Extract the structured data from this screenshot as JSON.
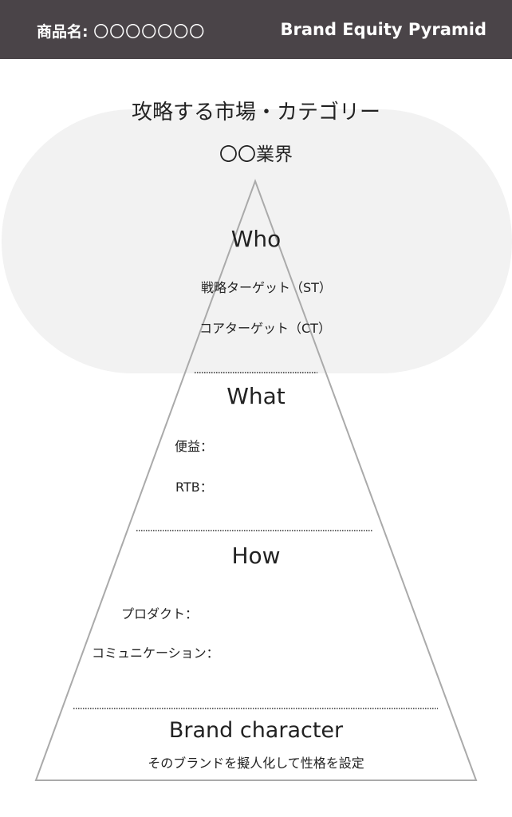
{
  "header": {
    "product_label": "商品名:",
    "product_name": "〇〇〇〇〇〇〇",
    "title": "Brand Equity Pyramid"
  },
  "market": {
    "title": "攻略する市場・カテゴリー",
    "value": "〇〇業界"
  },
  "who": {
    "title": "Who",
    "strategic_target": "戦略ターゲット（ST）",
    "core_target": "コアターゲット（CT）"
  },
  "what": {
    "title": "What",
    "benefit": "便益：",
    "rtb": "RTB："
  },
  "how": {
    "title": "How",
    "product": "プロダクト：",
    "communication": "コミュニケーション："
  },
  "brand_character": {
    "title": "Brand character",
    "description": "そのブランドを擬人化して性格を設定"
  },
  "colors": {
    "header_bg": "#4a4448",
    "market_bg": "#f2f2f2",
    "pyramid_line": "#aaaaaa",
    "divider": "#333333"
  }
}
